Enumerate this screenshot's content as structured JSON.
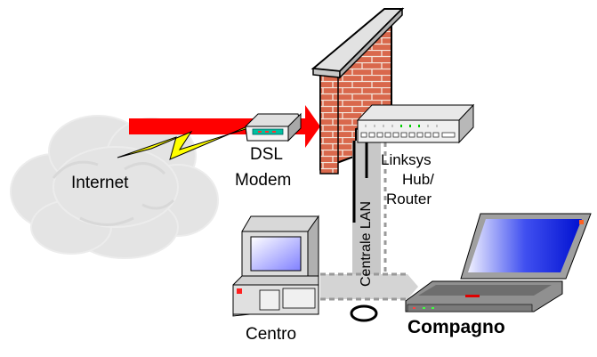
{
  "diagram": {
    "type": "network-topology",
    "nodes": [
      {
        "id": "internet",
        "label": "Internet",
        "icon": "cloud-icon"
      },
      {
        "id": "dsl-modem",
        "label_line1": "DSL",
        "label_line2": "Modem",
        "icon": "modem-icon"
      },
      {
        "id": "firewall",
        "icon": "firewall-brick-wall-icon"
      },
      {
        "id": "router",
        "label_line1": "Linksys",
        "label_line2": "Hub/",
        "label_line3": "Router",
        "icon": "router-hub-icon"
      },
      {
        "id": "desktop",
        "label": "Centro",
        "icon": "desktop-computer-icon"
      },
      {
        "id": "laptop",
        "label": "Compagno",
        "icon": "laptop-icon"
      }
    ],
    "lan_label": "Centrale LAN",
    "edges": [
      {
        "from": "internet",
        "to": "dsl-modem",
        "style": "lightning"
      },
      {
        "from": "dsl-modem",
        "to": "router",
        "style": "red-arrow-through-firewall"
      },
      {
        "from": "router",
        "to": "desktop",
        "style": "lan-cable"
      },
      {
        "from": "router",
        "to": "laptop",
        "style": "dotted-cable"
      }
    ],
    "colors": {
      "arrow": "#ff0000",
      "lightning": "#ffff00",
      "brick": "#d9684c",
      "mortar": "#f4e6dc",
      "cloud": "#e6e6e6",
      "lan_band": "#c8c8c8",
      "screen_blue": "#2040ff"
    }
  }
}
